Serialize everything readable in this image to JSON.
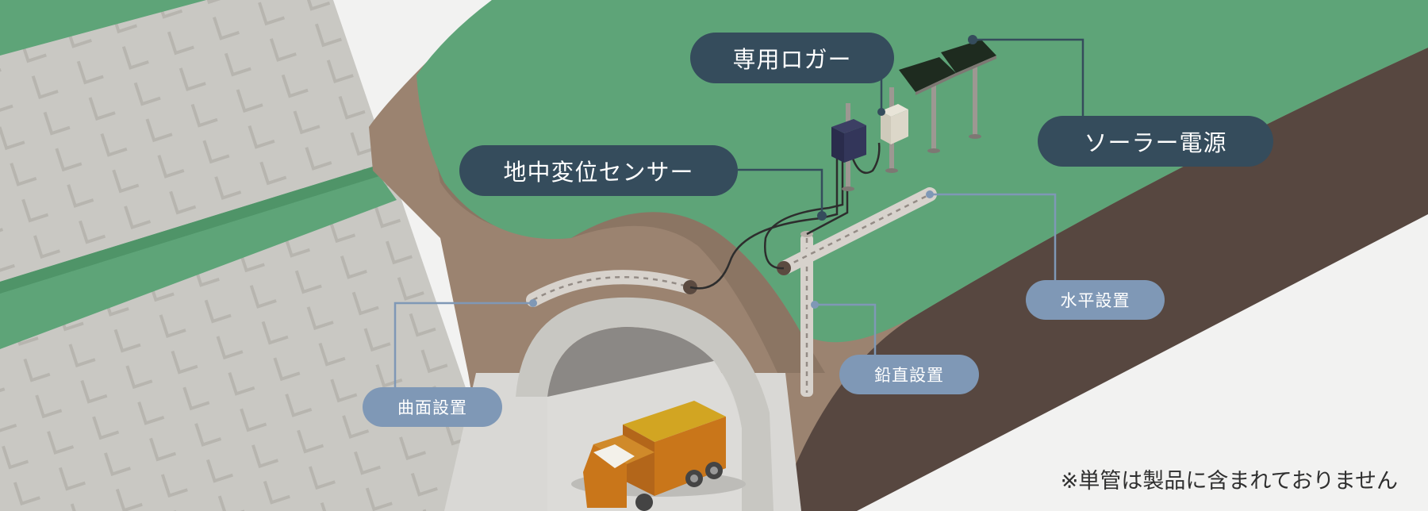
{
  "labels": {
    "logger": "専用ロガー",
    "solar": "ソーラー電源",
    "sensor": "地中変位センサー",
    "horizontal": "水平設置",
    "vertical": "鉛直設置",
    "curved": "曲面設置"
  },
  "note": "※単管は製品に含まれておりません",
  "colors": {
    "label_dark": "#354c5c",
    "label_light": "#7f98b6",
    "grass": "#5ea478",
    "soil": "#9b8370",
    "dark_soil": "#574740",
    "concrete": "#c8c7c2",
    "truck_orange": "#c9761a"
  }
}
